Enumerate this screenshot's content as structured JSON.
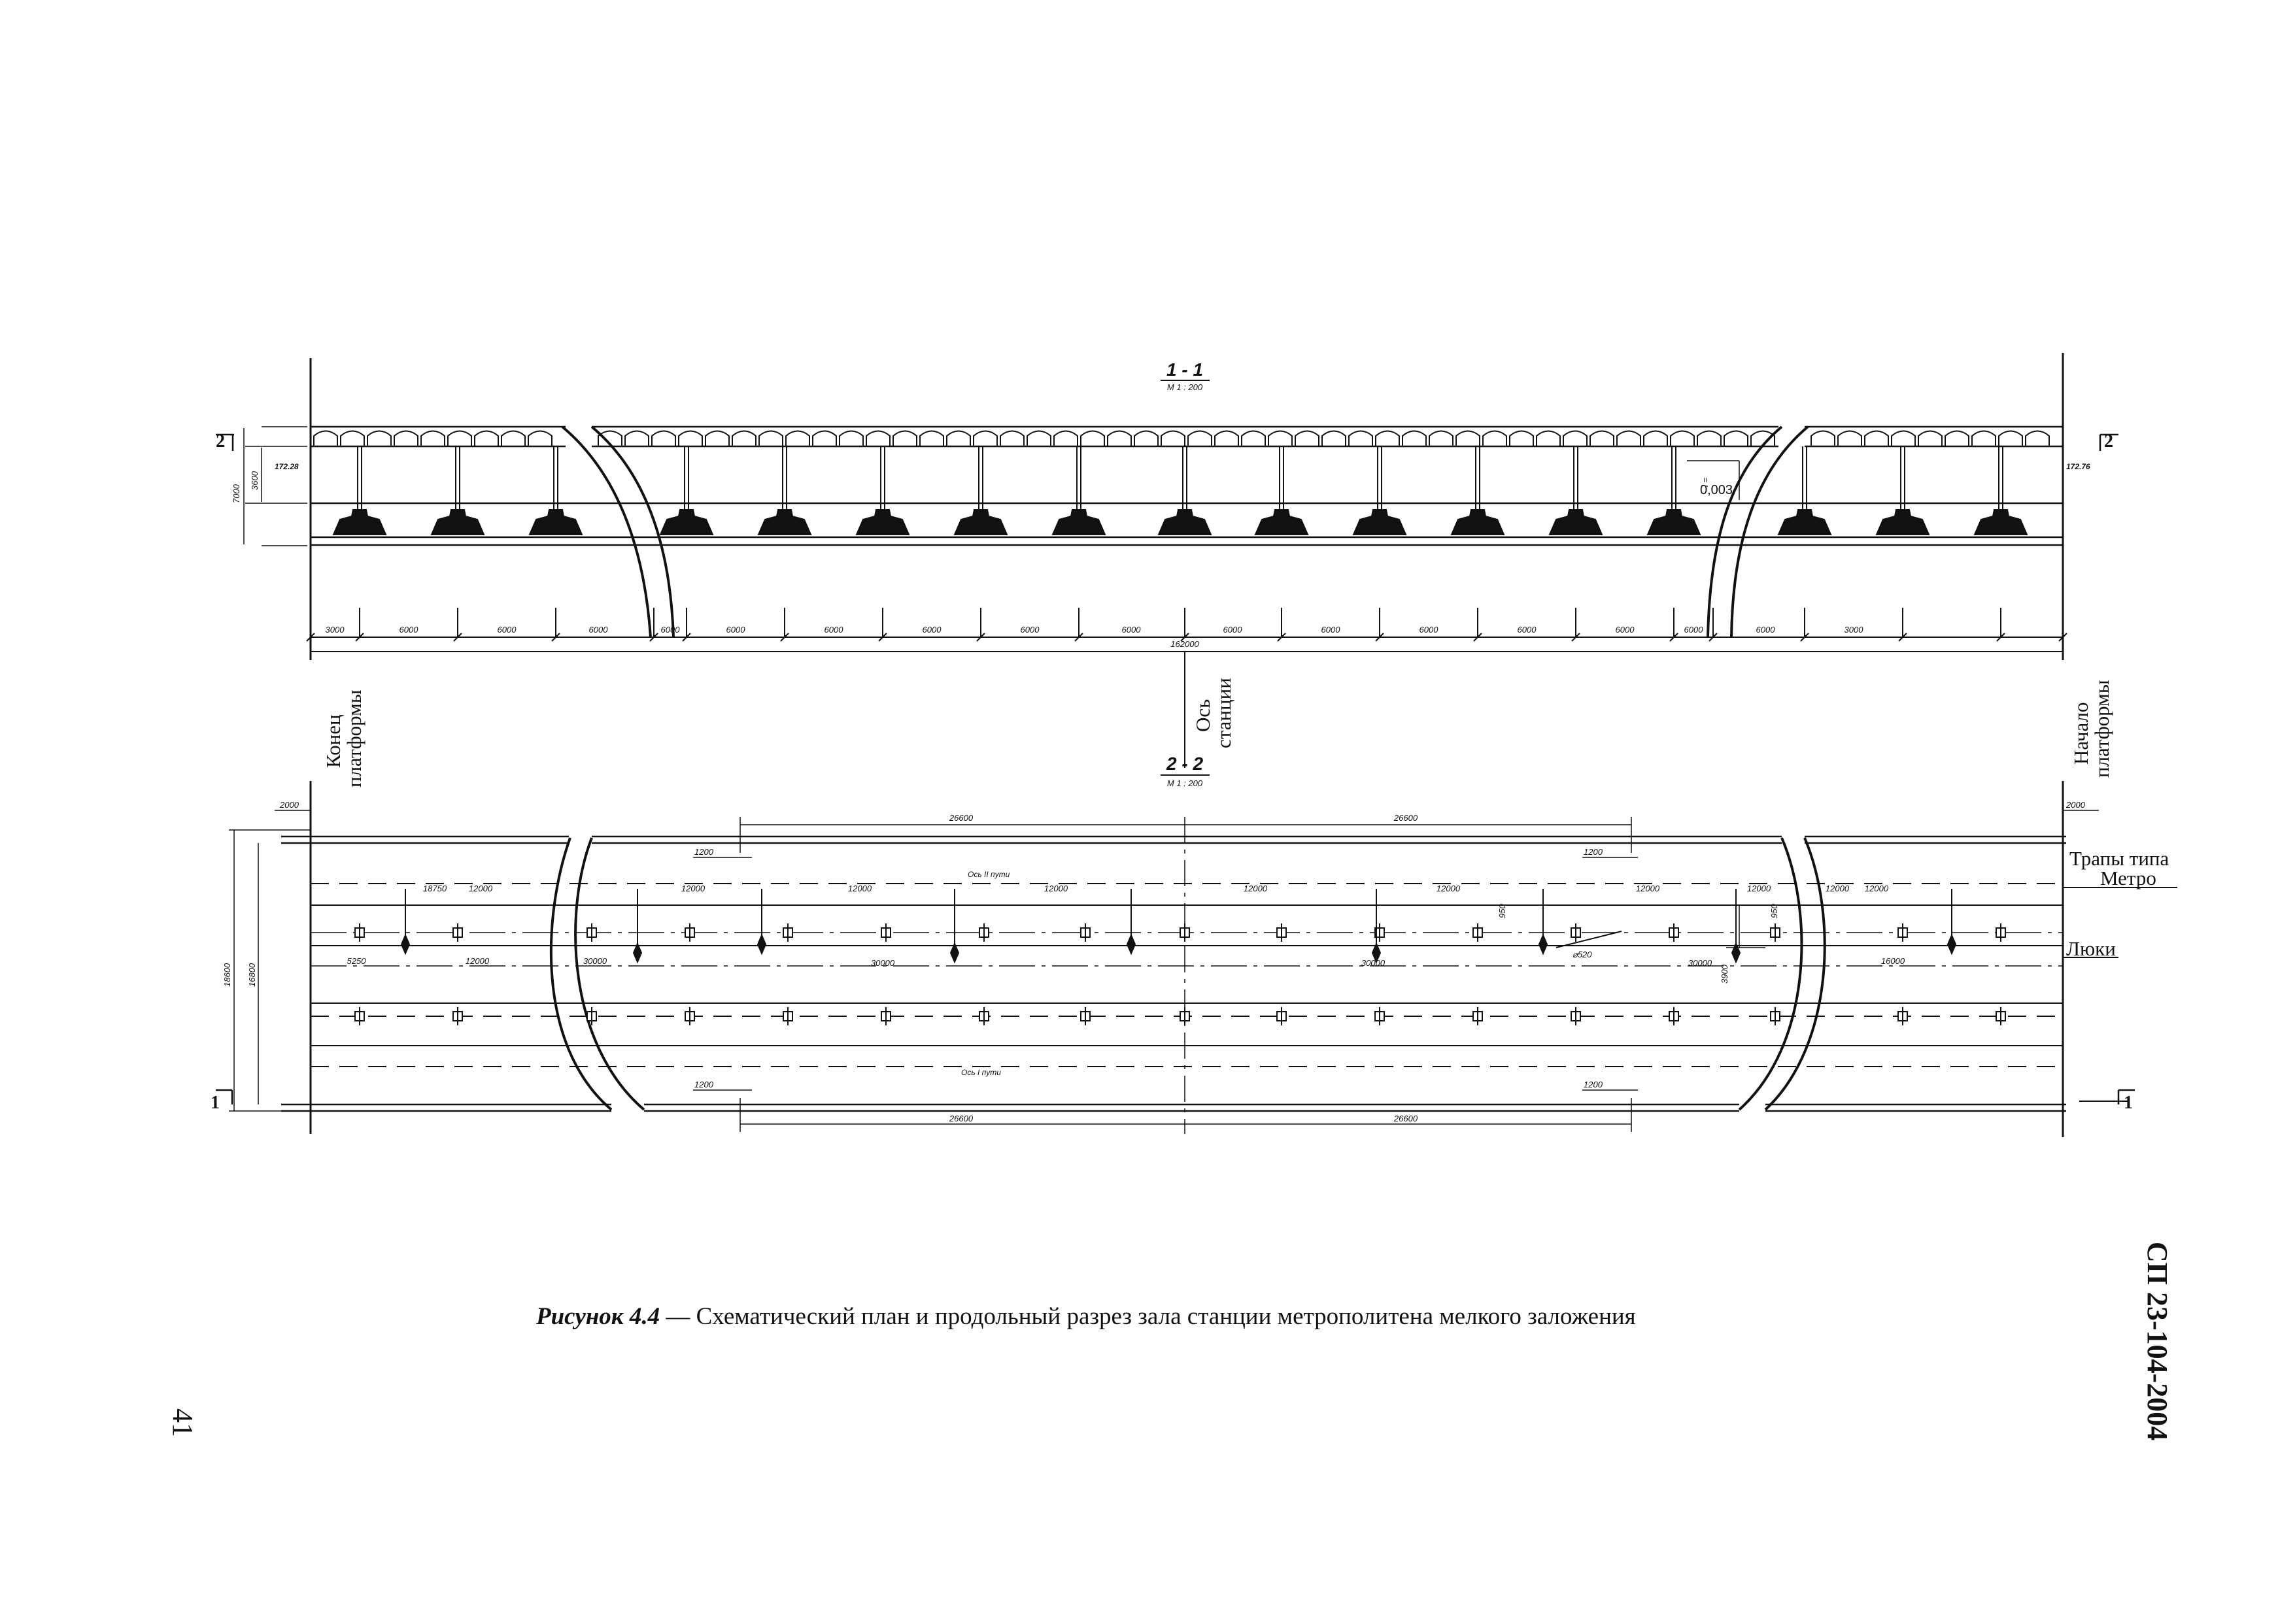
{
  "section_1": {
    "title": "1 - 1",
    "scale": "М 1 : 200",
    "left_marker": "2",
    "right_marker": "2",
    "left_elevation": "172.28",
    "right_elevation": "172.76",
    "height_total": "7000",
    "height_inner": "3600",
    "slope_label": "i =",
    "slope_value": "0,003",
    "spans": [
      "3000",
      "6000",
      "6000",
      "6000",
      "6000",
      "6000",
      "6000",
      "6000",
      "6000",
      "6000",
      "6000",
      "6000",
      "6000",
      "6000",
      "6000",
      "6000",
      "6000",
      "3000"
    ],
    "total_length": "162000"
  },
  "labels": {
    "axis_station_1": "Ось",
    "axis_station_2": "станции",
    "end_platform_1": "Конец",
    "end_platform_2": "платформы",
    "start_platform_1": "Начало",
    "start_platform_2": "платформы"
  },
  "section_2": {
    "title": "2 - 2",
    "scale": "М 1 : 200",
    "left_marker": "1",
    "right_marker": "1",
    "top_left_width": "2000",
    "top_right_width": "2000",
    "outer_height": "18600",
    "inner_height": "16800",
    "span_left_top": "26600",
    "span_right_top": "26600",
    "span_left_bottom": "26600",
    "span_right_bottom": "26600",
    "offset_tl": "1200",
    "offset_tr": "1200",
    "offset_bl": "1200",
    "offset_br": "1200",
    "track_axis_2": "Ось II пути",
    "track_axis_1": "Ось I пути",
    "row_dims": [
      "18750",
      "12000",
      "12000",
      "12000",
      "12000",
      "12000",
      "12000",
      "12000",
      "12000",
      "12000",
      "12000"
    ],
    "lower_dims": [
      "5250",
      "12000",
      "30000",
      "30000",
      "30000",
      "30000",
      "16000"
    ],
    "small_950_a": "950",
    "small_950_b": "950",
    "small_3900": "3900",
    "diameter": "⌀520",
    "legend_stairs_1": "Трапы типа",
    "legend_stairs_2": "Метро",
    "legend_hatches": "Люки"
  },
  "caption": {
    "figure": "Рисунок 4.4",
    "dash": " — ",
    "text": "Схематический план и продольный разрез зала станции метрополитена мелкого заложения"
  },
  "document_number": "СП 23-104-2004",
  "page_number": "41"
}
